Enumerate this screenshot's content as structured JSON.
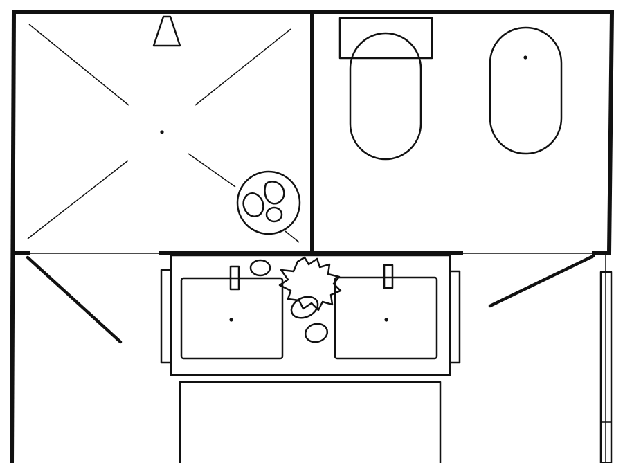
{
  "plan": {
    "colors": {
      "line": "#111111",
      "background": "#ffffff"
    },
    "rooms": [
      {
        "id": "shower-room"
      },
      {
        "id": "toilet-room"
      },
      {
        "id": "vanity-area"
      }
    ],
    "fixtures": [
      "shower-head-icon",
      "shower-drain-icon",
      "toilet-icon",
      "bidet-icon",
      "double-vanity",
      "bathtub"
    ]
  }
}
